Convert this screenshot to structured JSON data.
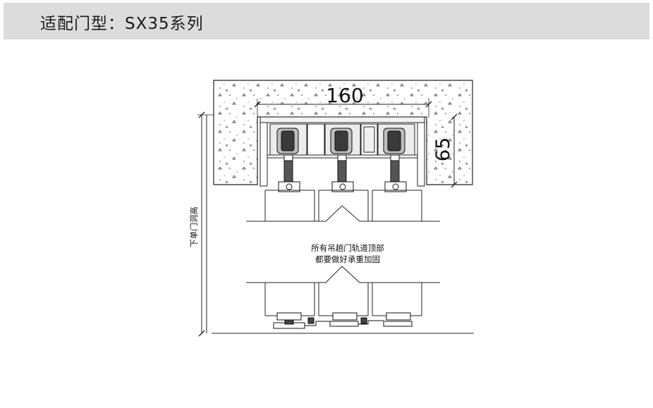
{
  "header": {
    "title": "适配门型：SX35系列"
  },
  "diagram": {
    "dim_width": "160",
    "dim_height": "65",
    "side_label": "下单门洞高",
    "note_line1": "所有吊趟门轨道顶部",
    "note_line2": "都要做好承重加固"
  }
}
